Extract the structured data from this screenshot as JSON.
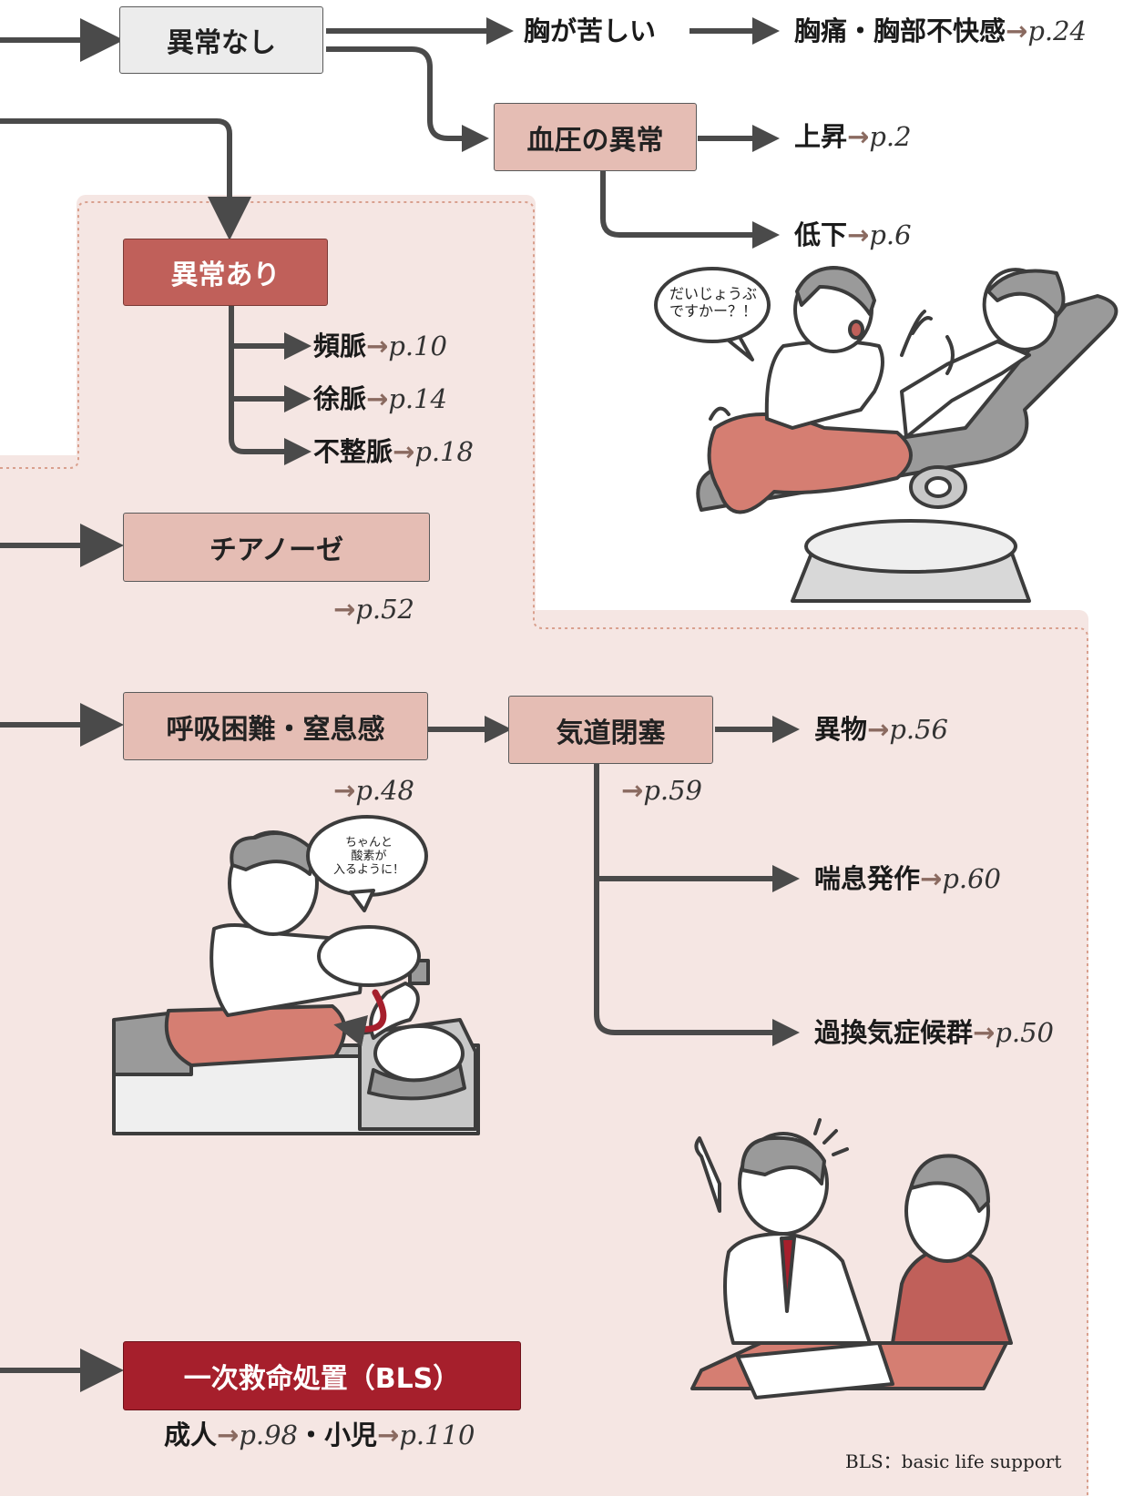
{
  "boxes": {
    "normal": "異常なし",
    "abnormal": "異常あり",
    "bp_abnormal": "血圧の異常",
    "cyanosis": "チアノーゼ",
    "dyspnea": "呼吸困難・窒息感",
    "airway": "気道閉塞",
    "bls": "一次救命処置（BLS）"
  },
  "items": {
    "chest_tight": "胸が苦しい",
    "chest_pain": "胸痛・胸部不快感",
    "chest_pain_ref": "p.24",
    "bp_up": "上昇",
    "bp_up_ref": "p.2",
    "bp_down": "低下",
    "bp_down_ref": "p.6",
    "tachy": "頻脈",
    "tachy_ref": "p.10",
    "brady": "徐脈",
    "brady_ref": "p.14",
    "arrhythmia": "不整脈",
    "arrhythmia_ref": "p.18",
    "cyanosis_ref": "p.52",
    "dyspnea_ref": "p.48",
    "airway_ref": "p.59",
    "foreign": "異物",
    "foreign_ref": "p.56",
    "asthma": "喘息発作",
    "asthma_ref": "p.60",
    "hypervent": "過換気症候群",
    "hypervent_ref": "p.50",
    "adult": "成人",
    "adult_ref": "p.98",
    "sep": "・",
    "child": "小児",
    "child_ref": "p.110"
  },
  "arrow_glyph": "→",
  "speech": {
    "dentist": [
      "だいじょうぶ",
      "ですかー？！"
    ],
    "oxygen": [
      "ちゃんと",
      "酸素が",
      "入るように！"
    ]
  },
  "footnote": "BLS：basic life support",
  "colors": {
    "pink_zone": "#f5e6e3",
    "box_gray": "#ececec",
    "box_pink": "#e5bdb4",
    "box_red": "#c0605a",
    "box_dark_red": "#a61f2c",
    "line": "#4a4a4a",
    "ref_arrow": "#8a6a60"
  }
}
